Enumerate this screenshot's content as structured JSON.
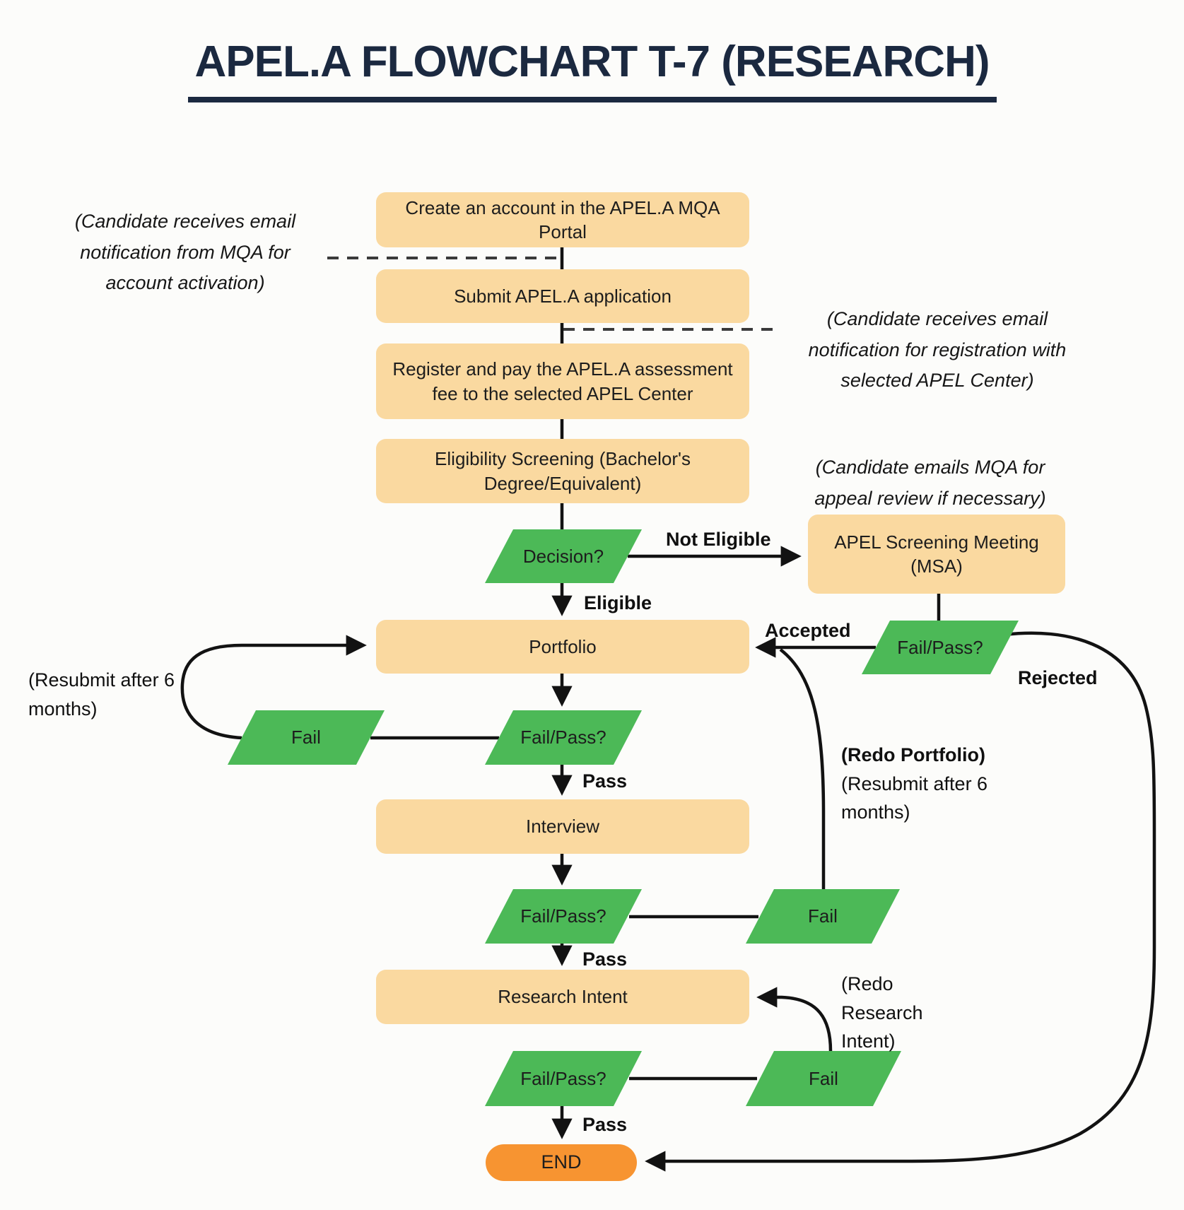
{
  "title": "APEL.A FLOWCHART T-7 (RESEARCH)",
  "nodes": {
    "create_account": "Create an account in the APEL.A MQA Portal",
    "submit_application": "Submit APEL.A application",
    "register_pay": "Register and pay the APEL.A assessment fee to the selected APEL Center",
    "eligibility_screening": "Eligibility Screening (Bachelor's Degree/Equivalent)",
    "decision": "Decision?",
    "portfolio": "Portfolio",
    "fail_pass_portfolio": "Fail/Pass?",
    "fail_portfolio": "Fail",
    "interview": "Interview",
    "fail_pass_interview": "Fail/Pass?",
    "fail_interview": "Fail",
    "research_intent": "Research Intent",
    "fail_pass_research": "Fail/Pass?",
    "fail_research": "Fail",
    "msa_meeting": "APEL Screening Meeting (MSA)",
    "msa_fail_pass": "Fail/Pass?",
    "end": "END"
  },
  "edge_labels": {
    "not_eligible": "Not Eligible",
    "eligible": "Eligible",
    "accepted": "Accepted",
    "rejected": "Rejected",
    "pass_interview": "Pass",
    "pass_research": "Pass",
    "pass_end": "Pass"
  },
  "annotations": {
    "account_activation": "(Candidate receives email notification from MQA for account activation)",
    "registration": "(Candidate receives email notification for registration with selected APEL Center)",
    "appeal_review": "(Candidate emails MQA for appeal review if necessary)",
    "resubmit_left": "(Resubmit after 6 months)",
    "redo_portfolio_title": "(Redo Portfolio)",
    "redo_portfolio_body": "(Resubmit after 6 months)",
    "redo_research_intent": "(Redo Research Intent)"
  },
  "colors": {
    "process_box": "#FAD9A0",
    "decision_box": "#4CB957",
    "end_terminator": "#F79431",
    "title_navy": "#1B2940",
    "connector": "#121212"
  }
}
